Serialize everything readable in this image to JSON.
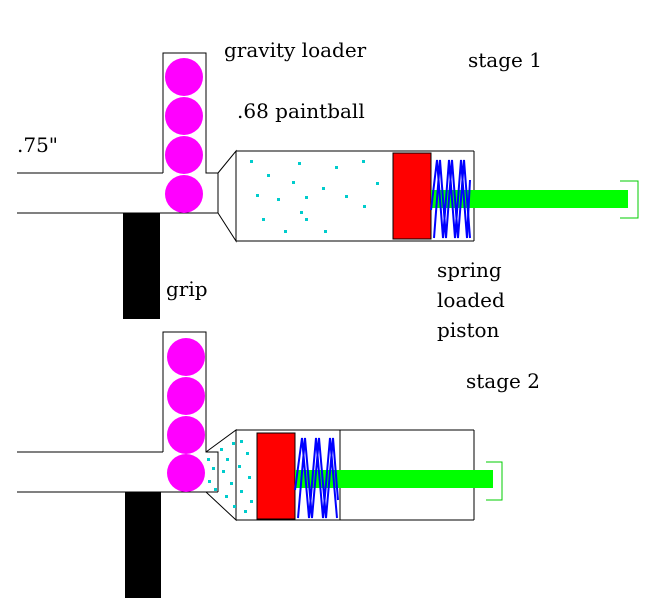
{
  "labels": {
    "gravity_loader": "gravity loader",
    "stage1": "stage 1",
    "paintball": ".68 paintball",
    "bore": ".75\"",
    "grip": "grip",
    "spring_line1": "spring",
    "spring_line2": "loaded",
    "spring_line3": "piston",
    "stage2": "stage 2"
  },
  "colors": {
    "paintball": "#ff00ff",
    "piston": "#ff0000",
    "spring": "#0000ff",
    "rod": "#00ff00",
    "air": "#00cccc",
    "grip": "#000000",
    "outline": "#000000"
  }
}
